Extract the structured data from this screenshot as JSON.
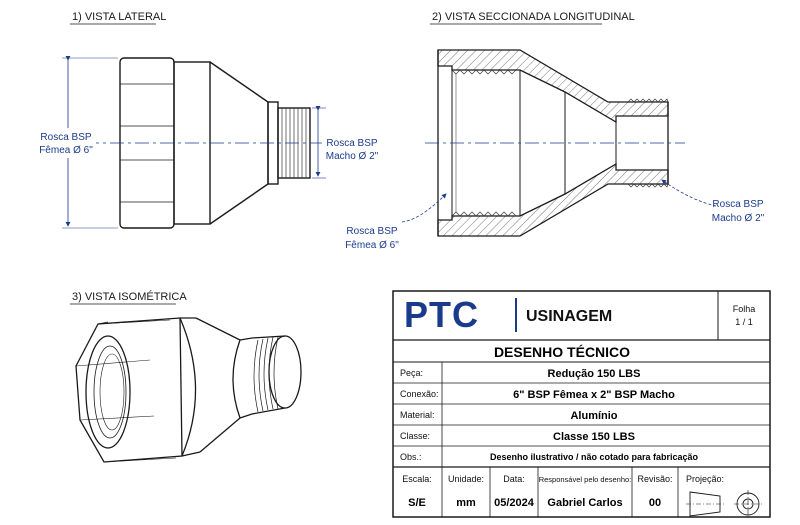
{
  "views": {
    "lateral": {
      "title": "1) VISTA LATERAL",
      "female_label_1": "Rosca BSP",
      "female_label_2": "Fêmea Ø 6\"",
      "male_label_1": "Rosca BSP",
      "male_label_2": "Macho Ø 2\""
    },
    "section": {
      "title": "2) VISTA SECCIONADA LONGITUDINAL",
      "female_label_1": "Rosca BSP",
      "female_label_2": "Fêmea Ø 6\"",
      "male_label_1": "Rosca BSP",
      "male_label_2": "Macho Ø 2\""
    },
    "isometric": {
      "title": "3) VISTA ISOMÉTRICA"
    }
  },
  "title_block": {
    "logo": "PTC",
    "company": "USINAGEM",
    "sheet_label": "Folha",
    "sheet_value": "1 / 1",
    "heading": "DESENHO TÉCNICO",
    "rows": [
      {
        "label": "Peça:",
        "value": "Redução 150 LBS"
      },
      {
        "label": "Conexão:",
        "value": "6\" BSP Fêmea x 2\" BSP Macho"
      },
      {
        "label": "Material:",
        "value": "Alumínio"
      },
      {
        "label": "Classe:",
        "value": "Classe 150 LBS"
      },
      {
        "label": "Obs.:",
        "value": "Desenho ilustrativo / não cotado para fabricação"
      }
    ],
    "bottom": [
      {
        "label": "Escala:",
        "value": "S/E"
      },
      {
        "label": "Unidade:",
        "value": "mm"
      },
      {
        "label": "Data:",
        "value": "05/2024"
      },
      {
        "label": "Responsável pelo desenho:",
        "value": "Gabriel Carlos"
      },
      {
        "label": "Revisão:",
        "value": "00"
      },
      {
        "label": "Projeção:",
        "value": ""
      }
    ]
  },
  "colors": {
    "line": "#1a1a1a",
    "callout": "#1a3a8c",
    "logo": "#1a3a8c"
  }
}
